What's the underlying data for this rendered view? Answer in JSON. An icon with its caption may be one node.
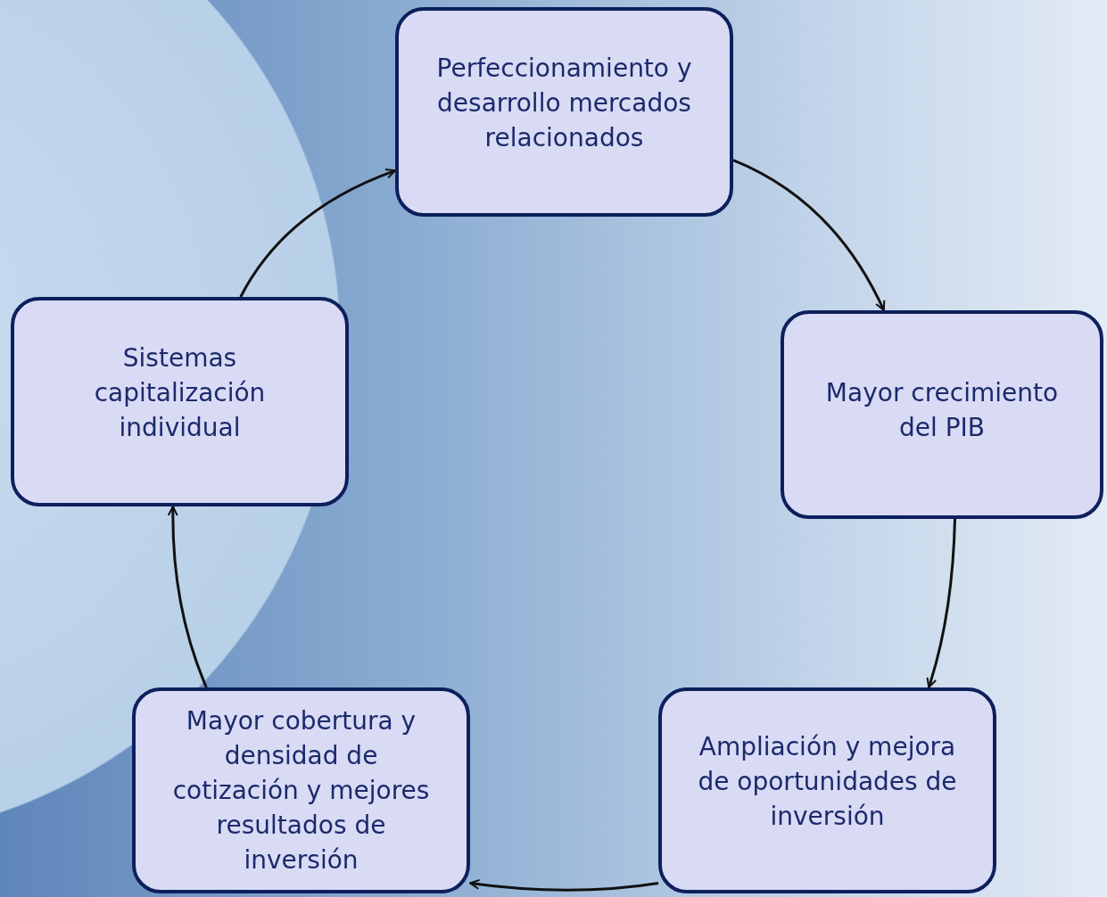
{
  "diagram": {
    "nodes": [
      {
        "text": [
          "Perfeccionamiento y desarrollo mercados relacionados"
        ]
      },
      {
        "text": [
          "Mayor crecimiento del PIB"
        ]
      },
      {
        "text": [
          "Ampliación y mejora de oportunidades de inversión"
        ]
      },
      {
        "text": [
          "Mayor cobertura y densidad de cotización y mejores resultados de inversión"
        ]
      },
      {
        "text": [
          "Sistemas capitalización individual"
        ]
      }
    ],
    "edges": [
      {
        "from": 4,
        "to": 0,
        "arrow": "to"
      },
      {
        "from": 0,
        "to": 1,
        "arrow": "to"
      },
      {
        "from": 1,
        "to": 2,
        "arrow": "to"
      },
      {
        "from": 2,
        "to": 3,
        "arrow": "to"
      },
      {
        "from": 3,
        "to": 4,
        "arrow": "to"
      }
    ]
  }
}
